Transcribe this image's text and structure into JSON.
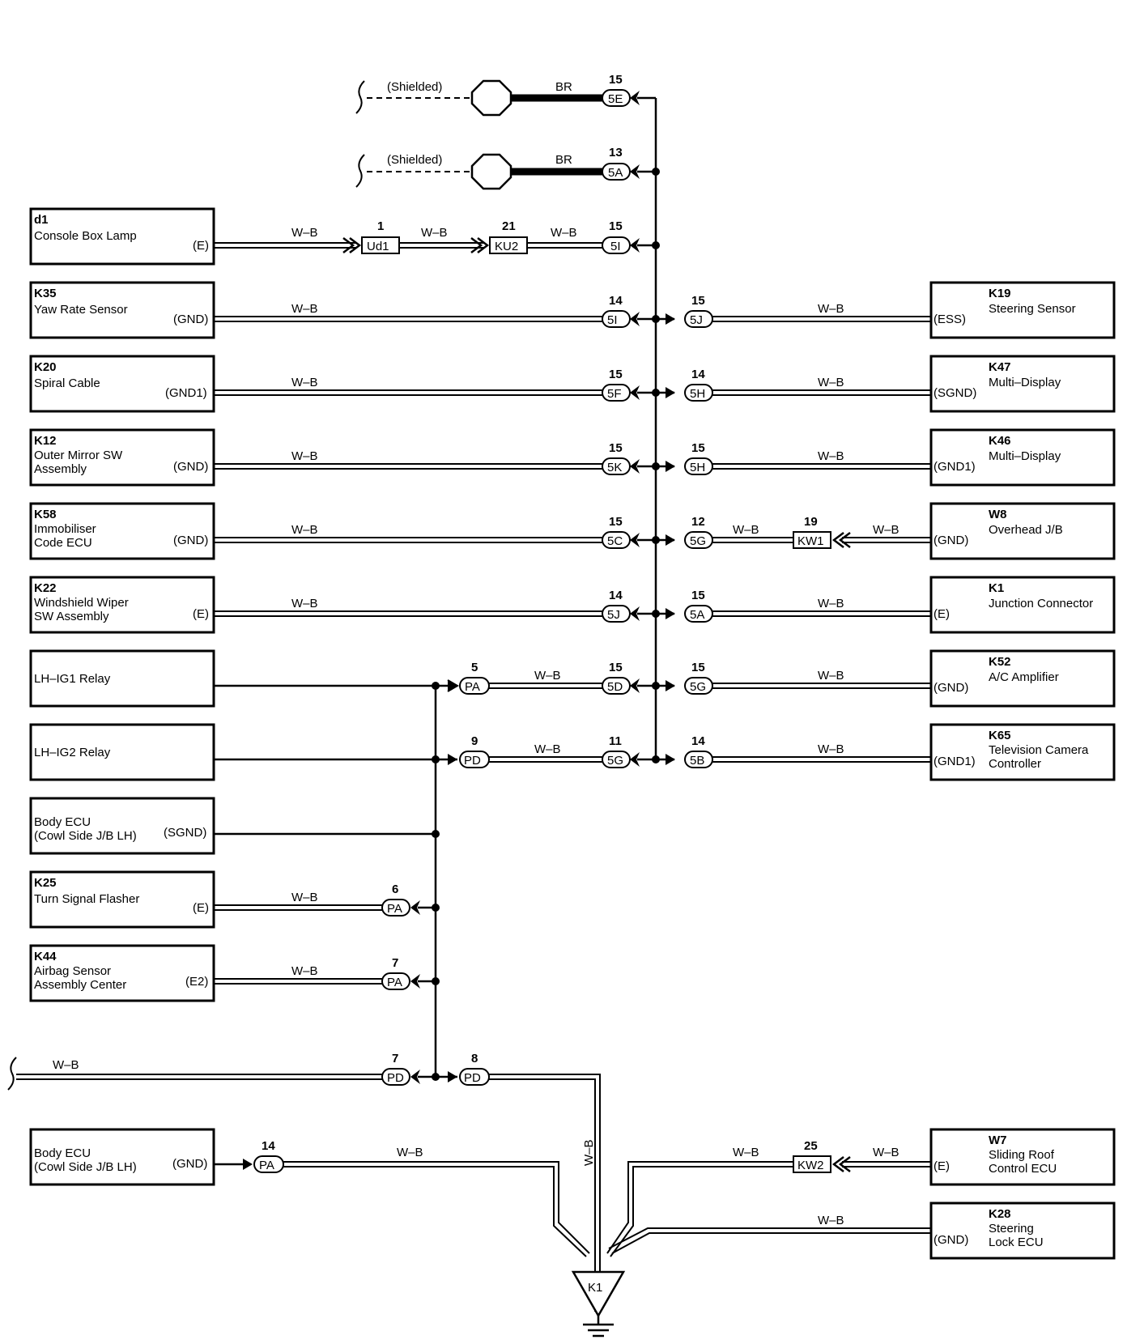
{
  "wire_colors": {
    "white_black": "W–B",
    "brown": "BR"
  },
  "shielded_label": "(Shielded)",
  "ground_point": "K1",
  "left_components": [
    {
      "id": "d1",
      "code": "d1",
      "name": [
        "Console Box Lamp"
      ],
      "terminal": "(E)"
    },
    {
      "id": "K35",
      "code": "K35",
      "name": [
        "Yaw Rate Sensor"
      ],
      "terminal": "(GND)"
    },
    {
      "id": "K20",
      "code": "K20",
      "name": [
        "Spiral Cable"
      ],
      "terminal": "(GND1)"
    },
    {
      "id": "K12",
      "code": "K12",
      "name": [
        "Outer Mirror SW",
        "Assembly"
      ],
      "terminal": "(GND)"
    },
    {
      "id": "K58",
      "code": "K58",
      "name": [
        "Immobiliser",
        "Code ECU"
      ],
      "terminal": "(GND)"
    },
    {
      "id": "K22",
      "code": "K22",
      "name": [
        "Windshield Wiper",
        "SW Assembly"
      ],
      "terminal": "(E)"
    },
    {
      "id": "lhig1",
      "code": "",
      "name": [
        "LH–IG1 Relay"
      ],
      "terminal": ""
    },
    {
      "id": "lhig2",
      "code": "",
      "name": [
        "LH–IG2 Relay"
      ],
      "terminal": ""
    },
    {
      "id": "bodyecu1",
      "code": "",
      "name": [
        "Body ECU",
        "(Cowl Side J/B LH)"
      ],
      "terminal": "(SGND)"
    },
    {
      "id": "K25",
      "code": "K25",
      "name": [
        "Turn Signal Flasher"
      ],
      "terminal": "(E)"
    },
    {
      "id": "K44",
      "code": "K44",
      "name": [
        "Airbag Sensor",
        "Assembly Center"
      ],
      "terminal": "(E2)"
    },
    {
      "id": "bodyecu2",
      "code": "",
      "name": [
        "Body ECU",
        "(Cowl Side J/B LH)"
      ],
      "terminal": "(GND)"
    }
  ],
  "right_components": [
    {
      "id": "K19",
      "code": "K19",
      "name": [
        "Steering Sensor"
      ],
      "terminal": "(ESS)"
    },
    {
      "id": "K47",
      "code": "K47",
      "name": [
        "Multi–Display"
      ],
      "terminal": "(SGND)"
    },
    {
      "id": "K46",
      "code": "K46",
      "name": [
        "Multi–Display"
      ],
      "terminal": "(GND1)"
    },
    {
      "id": "W8",
      "code": "W8",
      "name": [
        "Overhead J/B"
      ],
      "terminal": "(GND)"
    },
    {
      "id": "K1",
      "code": "K1",
      "name": [
        "Junction Connector"
      ],
      "terminal": "(E)"
    },
    {
      "id": "K52",
      "code": "K52",
      "name": [
        "A/C Amplifier"
      ],
      "terminal": "(GND)"
    },
    {
      "id": "K65",
      "code": "K65",
      "name": [
        "Television Camera",
        "Controller"
      ],
      "terminal": "(GND1)"
    },
    {
      "id": "W7",
      "code": "W7",
      "name": [
        "Sliding Roof",
        "Control ECU"
      ],
      "terminal": "(E)"
    },
    {
      "id": "K28",
      "code": "K28",
      "name": [
        "Steering",
        "Lock ECU"
      ],
      "terminal": "(GND)"
    }
  ],
  "shield_rows": [
    {
      "pin": "15",
      "conn": "5E",
      "wire": "BR"
    },
    {
      "pin": "13",
      "conn": "5A",
      "wire": "BR"
    }
  ],
  "row_d1": {
    "wire1": "W–B",
    "ud1": {
      "pin": "1",
      "conn": "Ud1"
    },
    "wire2": "W–B",
    "ku2": {
      "pin": "21",
      "conn": "KU2"
    },
    "wire3": "W–B",
    "bus": {
      "pin": "15",
      "conn": "5I"
    }
  },
  "bus_rows": [
    {
      "left_wire": "W–B",
      "left_pin": "14",
      "left_conn": "5I",
      "right_pin": "15",
      "right_conn": "5J",
      "right_wire": "W–B"
    },
    {
      "left_wire": "W–B",
      "left_pin": "15",
      "left_conn": "5F",
      "right_pin": "14",
      "right_conn": "5H",
      "right_wire": "W–B"
    },
    {
      "left_wire": "W–B",
      "left_pin": "15",
      "left_conn": "5K",
      "right_pin": "15",
      "right_conn": "5H",
      "right_wire": "W–B"
    },
    {
      "left_wire": "W–B",
      "left_pin": "15",
      "left_conn": "5C",
      "right_pin": "12",
      "right_conn": "5G",
      "right_wire": "W–B",
      "extra_pin": "19",
      "extra_conn": "KW1",
      "extra_wire": "W–B"
    },
    {
      "left_wire": "W–B",
      "left_pin": "14",
      "left_conn": "5J",
      "right_pin": "15",
      "right_conn": "5A",
      "right_wire": "W–B"
    },
    {
      "pa_pin": "5",
      "pa_conn": "PA",
      "mid_wire": "W–B",
      "left_pin": "15",
      "left_conn": "5D",
      "right_pin": "15",
      "right_conn": "5G",
      "right_wire": "W–B"
    },
    {
      "pa_pin": "9",
      "pa_conn": "PD",
      "mid_wire": "W–B",
      "left_pin": "11",
      "left_conn": "5G",
      "right_pin": "14",
      "right_conn": "5B",
      "right_wire": "W–B"
    }
  ],
  "lower_rows": {
    "k25": {
      "wire": "W–B",
      "pin": "6",
      "conn": "PA"
    },
    "k44": {
      "wire": "W–B",
      "pin": "7",
      "conn": "PA"
    },
    "pd_left": {
      "wire": "W–B",
      "pin": "7",
      "conn": "PD"
    },
    "pd_right": {
      "pin": "8",
      "conn": "PD",
      "wire": "W–B"
    },
    "bodyecu2": {
      "pin": "14",
      "conn": "PA",
      "wire": "W–B"
    },
    "w7": {
      "left_wire": "W–B",
      "pin": "25",
      "conn": "KW2",
      "right_wire": "W–B"
    },
    "k28": {
      "wire": "W–B"
    }
  }
}
